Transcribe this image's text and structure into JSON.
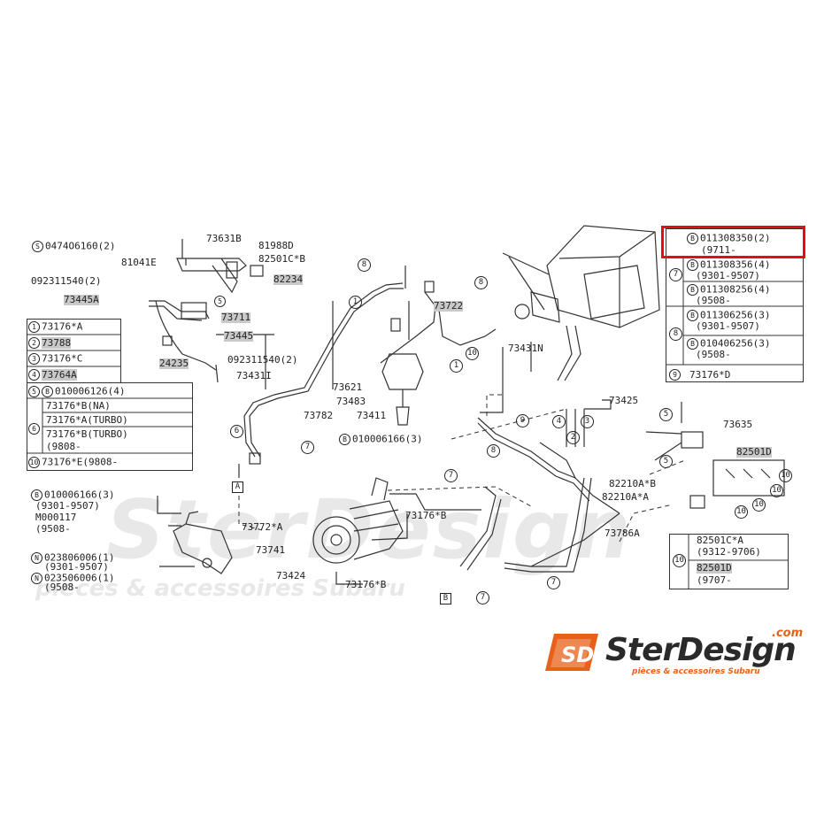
{
  "colors": {
    "highlight": "#e20f14",
    "logo_orange": "#e8611a",
    "watermark": "#e6e6e6",
    "line": "#333333"
  },
  "callouts": {
    "c1": "0474O6160(2)",
    "c2": "73631B",
    "c3": "81988D",
    "c4": "81041E",
    "c5": "82501C*B",
    "c6": "092311540(2)",
    "c7": "82234",
    "c8": "73445A",
    "c9": "73711",
    "c10": "73445",
    "c11": "24235",
    "c12": "092311540(2)",
    "c13": "73431I",
    "c14": "73722",
    "c15": "73431N",
    "c16": "73621",
    "c17": "73483",
    "c18": "73782",
    "c19": "73411",
    "c20": "010006166(3)",
    "c21": "73425",
    "c22": "73635",
    "c23": "82501D",
    "c24": "82210A*B",
    "c25": "82210A*A",
    "c26": "73786A",
    "c27": "73176*B",
    "c28": "73772*A",
    "c29": "73741",
    "c30": "73424",
    "c31": "73176*B",
    "c32": "010006166(3)",
    "c33": "(9301-9507)",
    "c34": "M000117",
    "c35": "(9508-",
    "c36": "023806006(1)",
    "c37": "(9301-9507)",
    "c38": "023506006(1)",
    "c39": "(9508-",
    "c40": "82501C*A",
    "c41": "(9312-9706)",
    "c42": "82501D",
    "c43": "(9707-"
  },
  "left_table": {
    "r1": "73176*A",
    "r2": "73788",
    "r3": "73176*C",
    "r4": "73764A",
    "r5": "010006126(4)",
    "r6a": "73176*B(NA)",
    "r6b": "73176*A(TURBO)",
    "r6c": "73176*B(TURBO)",
    "r6d": "(9808-",
    "r10": "73176*E(9808-"
  },
  "right_table": {
    "b1": "011308350(2)",
    "b1d": "(9711-",
    "b2": "011308356(4)",
    "b2d": "(9301-9507)",
    "b3": "011308256(4)",
    "b3d": "(9508-",
    "b4": "011306256(3)",
    "b4d": "(9301-9507)",
    "b5": "010406256(3)",
    "b5d": "(9508-",
    "b9": "73176*D"
  },
  "markers": {
    "n1": "1",
    "n2": "2",
    "n3": "3",
    "n4": "4",
    "n5": "5",
    "n6": "6",
    "n7": "7",
    "n8": "8",
    "n9": "9",
    "n10": "10",
    "b": "B",
    "n": "N",
    "a": "A"
  },
  "logo": {
    "brand": "SterDesign",
    "dotcom": ".com",
    "tagline": "pièces & accessoires Subaru",
    "mark": "SD"
  },
  "watermark": {
    "brand": "SterDesign",
    "tagline": "pièces & accessoires Subaru"
  }
}
